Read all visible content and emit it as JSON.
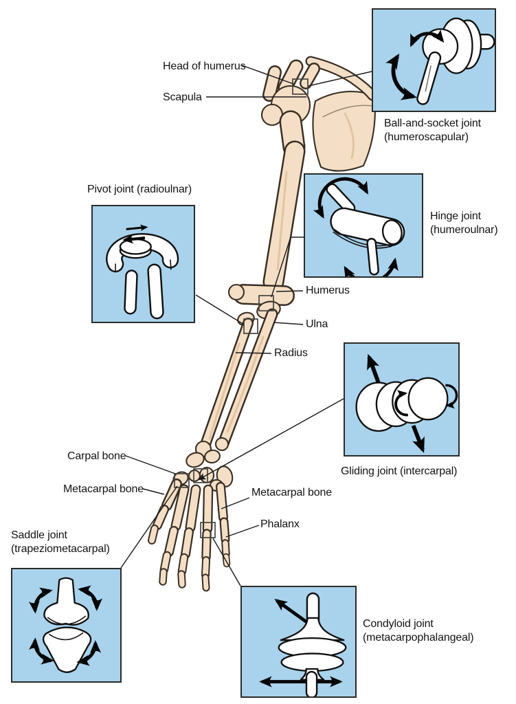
{
  "colors": {
    "background": "#ffffff",
    "panel_blue": "#a9d3ec",
    "panel_border": "#2b2b28",
    "bone_fill": "#f4dfc6",
    "bone_shade": "#dfc09a",
    "bone_outline": "#3a2f24",
    "line": "#1c1c1c",
    "text": "#131313"
  },
  "panels": {
    "ball_and_socket": {
      "name": "Ball-and-socket joint",
      "sub": "(humeroscapular)"
    },
    "hinge": {
      "name": "Hinge joint",
      "sub": "(humeroulnar)"
    },
    "pivot": {
      "name": "Pivot joint (radioulnar)"
    },
    "gliding": {
      "name": "Gliding joint (intercarpal)"
    },
    "saddle": {
      "name": "Saddle joint",
      "sub": "(trapeziometacarpal)"
    },
    "condyloid": {
      "name": "Condyloid joint",
      "sub": "(metacarpophalangeal)"
    }
  },
  "bone_labels": {
    "head_of_humerus": "Head of humerus",
    "scapula": "Scapula",
    "humerus": "Humerus",
    "ulna": "Ulna",
    "radius": "Radius",
    "carpal": "Carpal bone",
    "metacarpal_left": "Metacarpal bone",
    "metacarpal_right": "Metacarpal bone",
    "phalanx": "Phalanx"
  }
}
